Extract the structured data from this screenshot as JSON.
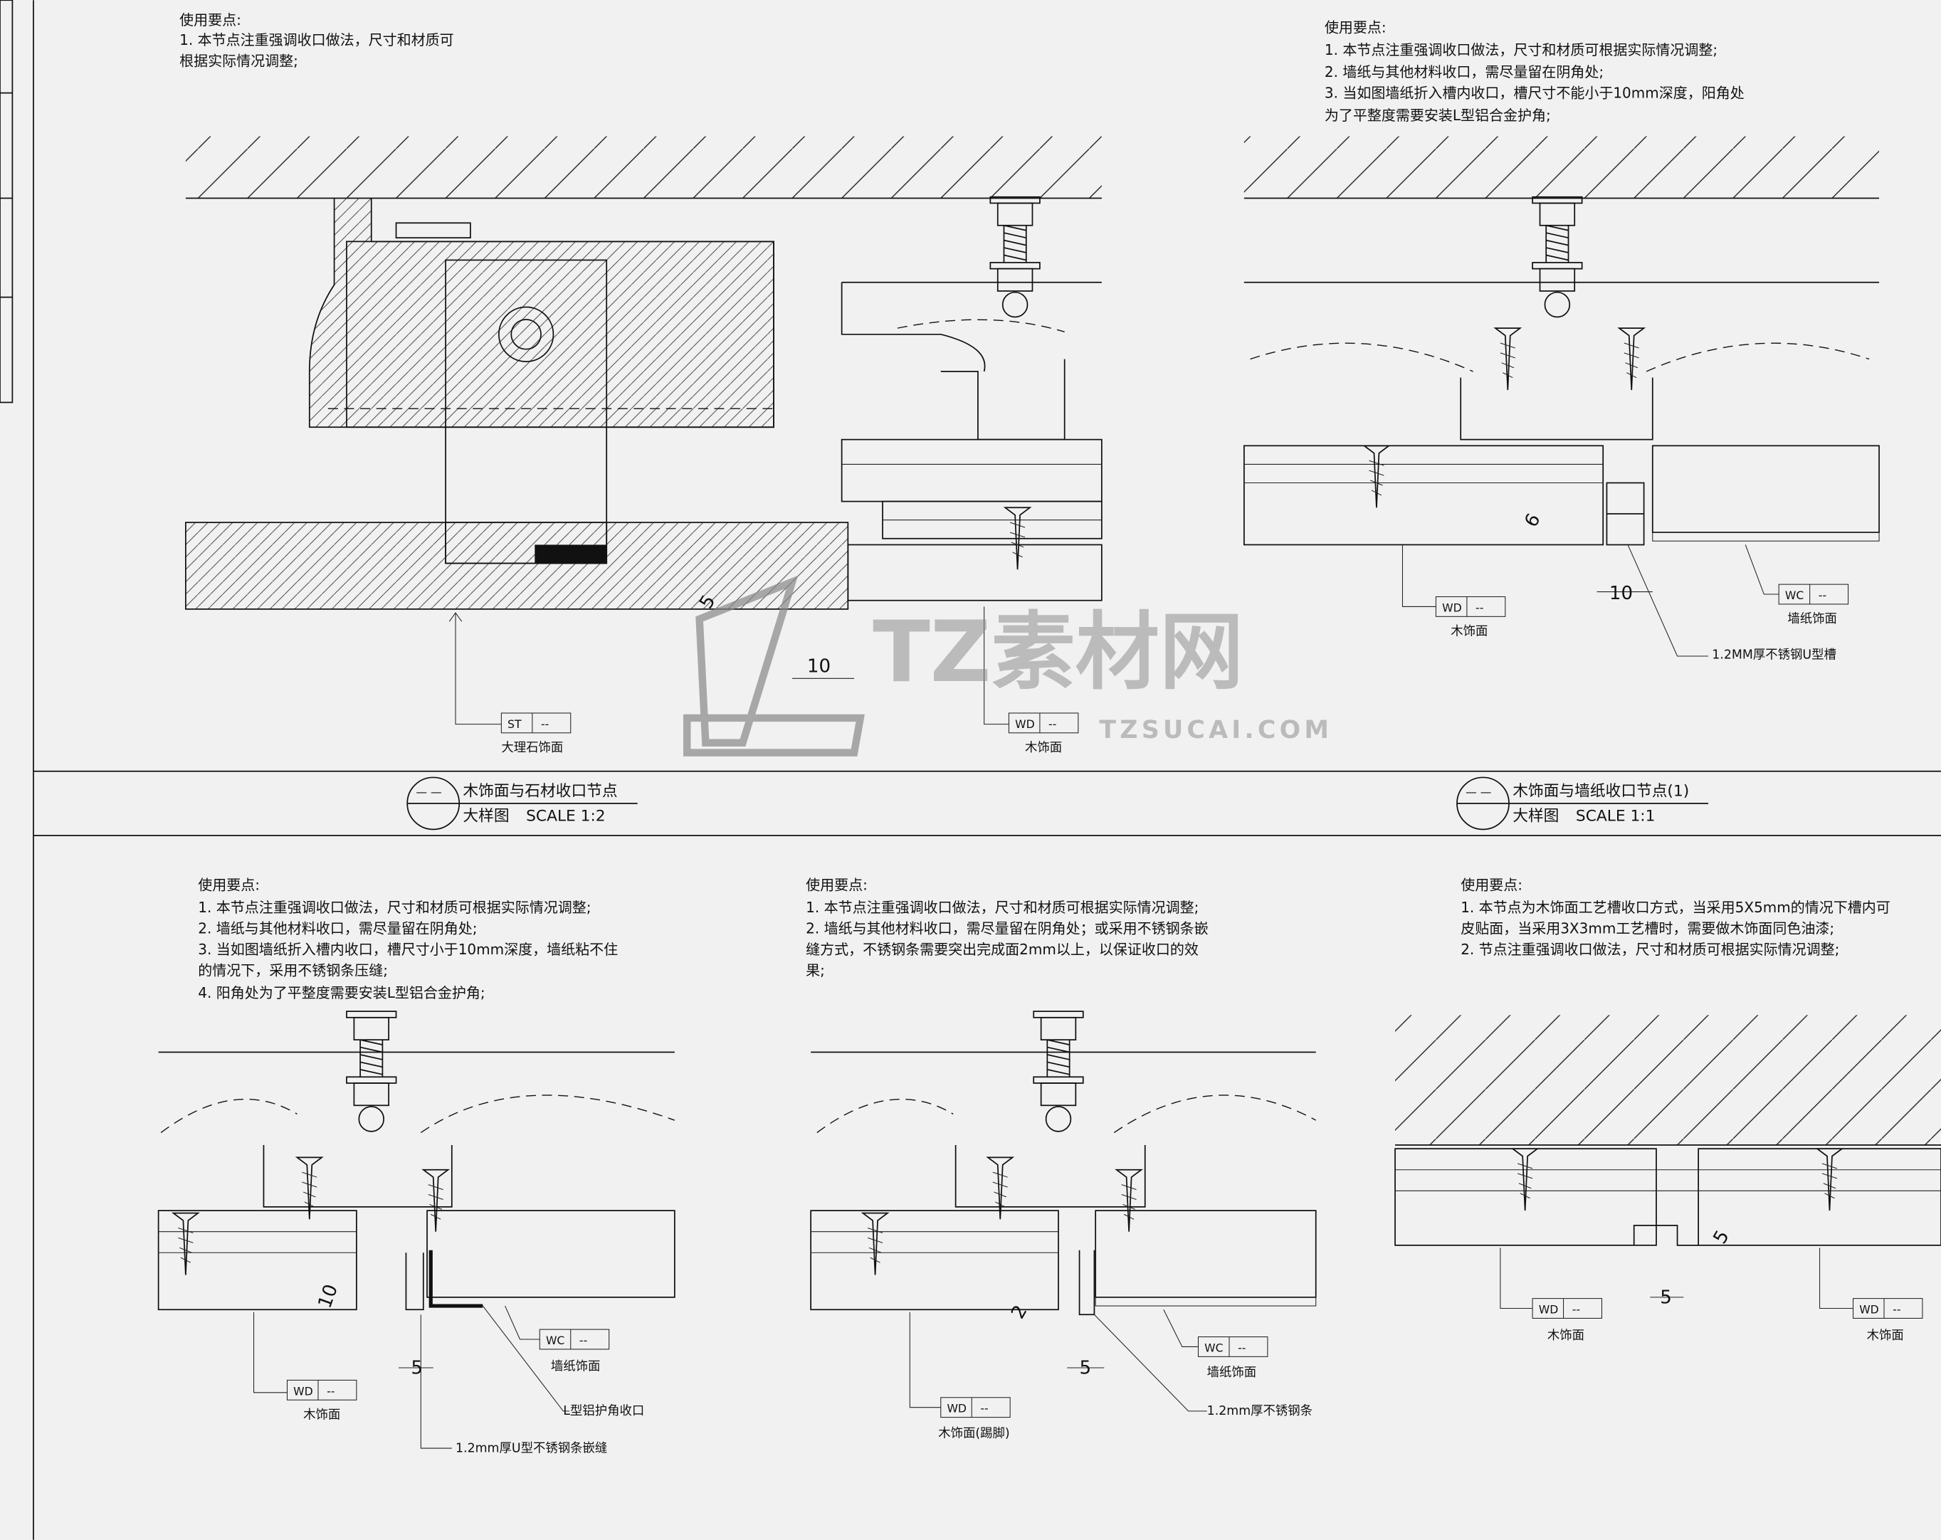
{
  "notes": {
    "top_left": {
      "title": "使用要点:",
      "lines": [
        "1.  本节点注重强调收口做法，尺寸和材质可",
        "     根据实际情况调整;"
      ]
    },
    "top_right": {
      "title": "使用要点:",
      "lines": [
        "1.  本节点注重强调收口做法，尺寸和材质可根据实际情况调整;",
        "2.  墙纸与其他材料收口，需尽量留在阴角处;",
        "3.  当如图墙纸折入槽内收口，槽尺寸不能小于10mm深度，阳角处",
        "     为了平整度需要安装L型铝合金护角;"
      ]
    },
    "bottom_left": {
      "title": "使用要点:",
      "lines": [
        "1.  本节点注重强调收口做法，尺寸和材质可根据实际情况调整;",
        "2.  墙纸与其他材料收口，需尽量留在阴角处;",
        "3.  当如图墙纸折入槽内收口，槽尺寸小于10mm深度，墙纸粘不住",
        "     的情况下，采用不锈钢条压缝;",
        "4.  阳角处为了平整度需要安装L型铝合金护角;"
      ]
    },
    "bottom_mid": {
      "title": "使用要点:",
      "lines": [
        "1.  本节点注重强调收口做法，尺寸和材质可根据实际情况调整;",
        "2.  墙纸与其他材料收口，需尽量留在阴角处；或采用不锈钢条嵌",
        "     缝方式，不锈钢条需要突出完成面2mm以上，以保证收口的效",
        "     果;"
      ]
    },
    "bottom_right": {
      "title": "使用要点:",
      "lines": [
        "1.  本节点为木饰面工艺槽收口方式，当采用5X5mm的情况下槽内可",
        "     皮贴面，当采用3X3mm工艺槽时，需要做木饰面同色油漆;",
        "2.  节点注重强调收口做法，尺寸和材质可根据实际情况调整;"
      ]
    }
  },
  "titles": [
    {
      "dash": "— —",
      "name": "木饰面与石材收口节点",
      "sub": "大样图",
      "scale": "SCALE  1:2"
    },
    {
      "dash": "— —",
      "name": "木饰面与墙纸收口节点(1)",
      "sub": "大样图",
      "scale": "SCALE  1:1"
    }
  ],
  "tags": {
    "st": {
      "code": "ST",
      "ref": "--",
      "label": "大理石饰面"
    },
    "wd1": {
      "code": "WD",
      "ref": "--",
      "label": "木饰面"
    },
    "wd2": {
      "code": "WD",
      "ref": "--",
      "label": "木饰面"
    },
    "wc2": {
      "code": "WC",
      "ref": "--",
      "label": "墙纸饰面"
    },
    "wd3": {
      "code": "WD",
      "ref": "--",
      "label": "木饰面"
    },
    "wc3": {
      "code": "WC",
      "ref": "--",
      "label": "墙纸饰面"
    },
    "wd4": {
      "code": "WD",
      "ref": "--",
      "label": "木饰面(踢脚)"
    },
    "wc4": {
      "code": "WC",
      "ref": "--",
      "label": "墙纸饰面"
    },
    "wd5a": {
      "code": "WD",
      "ref": "--",
      "label": "木饰面"
    },
    "wd5b": {
      "code": "WD",
      "ref": "--",
      "label": "木饰面"
    }
  },
  "callouts": {
    "u_channel": "1.2MM厚不锈钢U型槽",
    "l_corner": "L型铝护角收口",
    "u_strip": "1.2mm厚U型不锈钢条嵌缝",
    "steel_strip": "1.2mm厚不锈钢条"
  },
  "dims": {
    "d1": "5",
    "d2": "10",
    "d3": "6",
    "d4": "10",
    "d5": "10",
    "d6": "5",
    "d7": "2",
    "d8": "5",
    "d9": "5",
    "d10": "5"
  },
  "watermark": {
    "brand": "TZ素材网",
    "url": "TZSUCAI.COM"
  }
}
